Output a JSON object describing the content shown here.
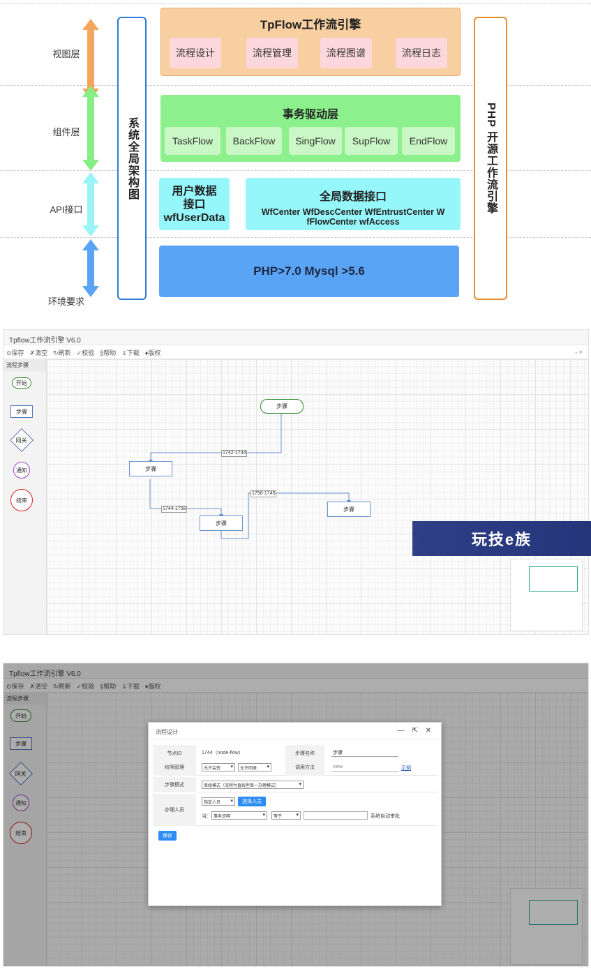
{
  "arch": {
    "layers": [
      "视图层",
      "组件层",
      "API接口",
      "环境要求"
    ],
    "left_vertical": "系统全局架构图",
    "right_vertical": "PHP 开源工作流引擎",
    "view_panel": {
      "title": "TpFlow工作流引擎",
      "items": [
        "流程设计",
        "流程管理",
        "流程图谱",
        "流程日志"
      ]
    },
    "component_panel": {
      "title": "事务驱动层",
      "items": [
        "TaskFlow",
        "BackFlow",
        "SingFlow",
        "SupFlow",
        "EndFlow"
      ]
    },
    "api_user": {
      "line1": "用户数据",
      "line2": "接口",
      "line3": "wfUserData"
    },
    "api_global": {
      "title": "全局数据接口",
      "line1": "WfCenter WfDescCenter WfEntrustCenter W",
      "line2": "fFlowCenter wfAccess"
    },
    "env": {
      "text": "PHP>7.0 Mysql >5.6"
    },
    "colors": {
      "orange": "#f8cfa0",
      "orange_border": "#e98a2a",
      "green": "#8cf08c",
      "cyan": "#96f7fa",
      "blue": "#5aa4f5",
      "left_border": "#2e7bd6"
    }
  },
  "editor": {
    "title": "Tpflow工作流引擎 V6.0",
    "toolbar": [
      "⊙保存",
      "✗清空",
      "↻刷新",
      "✓校验",
      "§帮助",
      "⇓下载",
      "♦版权"
    ],
    "window_ctl": "- +",
    "palette_title": "流程步骤",
    "palette": [
      "开始",
      "步骤",
      "网关",
      "通知",
      "结束"
    ],
    "nodes": [
      "步骤",
      "步骤",
      "步骤",
      "步骤"
    ],
    "edges": [
      "1742-1744",
      "1744-1758",
      "1756-1745"
    ]
  },
  "banner": {
    "text": "玩技e族"
  },
  "dialog_screen": {
    "title": "Tpflow工作流引擎 V6.0",
    "toolbar": [
      "⊙保存",
      "✗清空",
      "↻刷新",
      "✓校验",
      "§帮助",
      "⇓下载",
      "♦版权"
    ],
    "palette_title": "流程步骤",
    "palette": [
      "开始",
      "步骤",
      "网关",
      "通知",
      "结束"
    ],
    "dialog": {
      "title": "流程设计",
      "controls": "— ⇱ ✕",
      "node_id_label": "节点ID",
      "node_id_value": "1744（node-flow）",
      "step_name_label": "步骤名称",
      "step_name_value": "步骤",
      "perm_label": "权限管理",
      "perm_opt1": "允许会签",
      "perm_opt2": "允许回退",
      "method_label": "调用方法",
      "method_value": "view",
      "method_link": "示例",
      "mode_label": "步骤模式",
      "mode_value": "单线模式（流程为直线型单一办理模式）",
      "handler_label": "办理人员",
      "handler_select": "指定人员",
      "handler_btn": "选择人员",
      "cond_prefix": "当：",
      "cond_select": "事务说明",
      "cond_op": "等于",
      "cond_suffix": "系统自动审批",
      "save_btn": "保存"
    }
  }
}
